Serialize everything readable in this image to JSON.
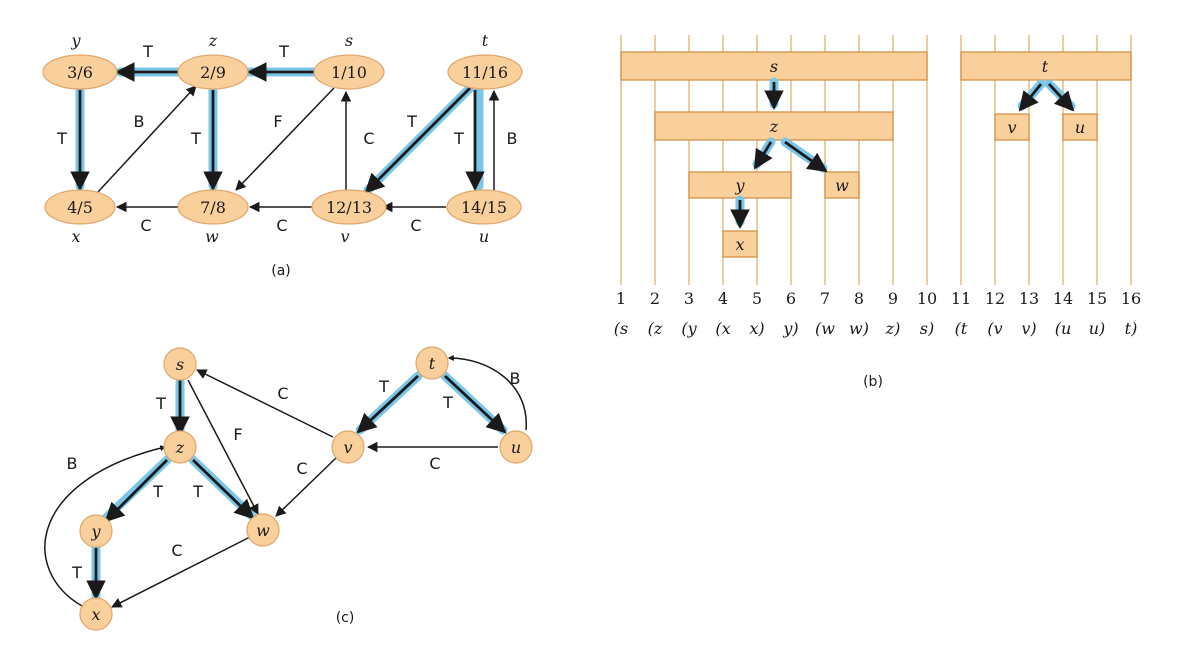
{
  "panel_a": {
    "caption": "(a)",
    "nodes": {
      "y": {
        "label": "3/6",
        "name": "y"
      },
      "z": {
        "label": "2/9",
        "name": "z"
      },
      "s": {
        "label": "1/10",
        "name": "s"
      },
      "t": {
        "label": "11/16",
        "name": "t"
      },
      "x": {
        "label": "4/5",
        "name": "x"
      },
      "w": {
        "label": "7/8",
        "name": "w"
      },
      "v": {
        "label": "12/13",
        "name": "v"
      },
      "u": {
        "label": "14/15",
        "name": "u"
      }
    },
    "edges": [
      {
        "from": "z",
        "to": "y",
        "type": "T"
      },
      {
        "from": "s",
        "to": "z",
        "type": "T"
      },
      {
        "from": "y",
        "to": "x",
        "type": "T"
      },
      {
        "from": "x",
        "to": "z",
        "type": "B"
      },
      {
        "from": "z",
        "to": "w",
        "type": "T"
      },
      {
        "from": "s",
        "to": "w",
        "type": "F"
      },
      {
        "from": "v",
        "to": "s",
        "type": "C"
      },
      {
        "from": "t",
        "to": "v",
        "type": "T"
      },
      {
        "from": "t",
        "to": "u",
        "type": "T"
      },
      {
        "from": "u",
        "to": "t",
        "type": "B"
      },
      {
        "from": "w",
        "to": "x",
        "type": "C"
      },
      {
        "from": "v",
        "to": "w",
        "type": "C"
      },
      {
        "from": "u",
        "to": "v",
        "type": "C"
      }
    ]
  },
  "panel_b": {
    "caption": "(b)",
    "bars": {
      "s": "s",
      "z": "z",
      "y": "y",
      "x": "x",
      "w": "w",
      "t": "t",
      "v": "v",
      "u": "u"
    },
    "ticks": [
      "1",
      "2",
      "3",
      "4",
      "5",
      "6",
      "7",
      "8",
      "9",
      "10",
      "11",
      "12",
      "13",
      "14",
      "15",
      "16"
    ],
    "parens": [
      "(s",
      "(z",
      "(y",
      "(x",
      "x)",
      "y)",
      "(w",
      "w)",
      "z)",
      "s)",
      "(t",
      "(v",
      "v)",
      "(u",
      "u)",
      "t)"
    ]
  },
  "panel_c": {
    "caption": "(c)",
    "nodes": {
      "s": "s",
      "z": "z",
      "y": "y",
      "x": "x",
      "w": "w",
      "v": "v",
      "t": "t",
      "u": "u"
    },
    "edges": [
      {
        "from": "s",
        "to": "z",
        "type": "T"
      },
      {
        "from": "s",
        "to": "w",
        "type": "F"
      },
      {
        "from": "z",
        "to": "y",
        "type": "T"
      },
      {
        "from": "z",
        "to": "w",
        "type": "T"
      },
      {
        "from": "y",
        "to": "x",
        "type": "T"
      },
      {
        "from": "x",
        "to": "z",
        "type": "B"
      },
      {
        "from": "w",
        "to": "x",
        "type": "C"
      },
      {
        "from": "v",
        "to": "s",
        "type": "C"
      },
      {
        "from": "v",
        "to": "w",
        "type": "C"
      },
      {
        "from": "t",
        "to": "v",
        "type": "T"
      },
      {
        "from": "t",
        "to": "u",
        "type": "T"
      },
      {
        "from": "u",
        "to": "t",
        "type": "B"
      },
      {
        "from": "u",
        "to": "v",
        "type": "C"
      }
    ]
  }
}
